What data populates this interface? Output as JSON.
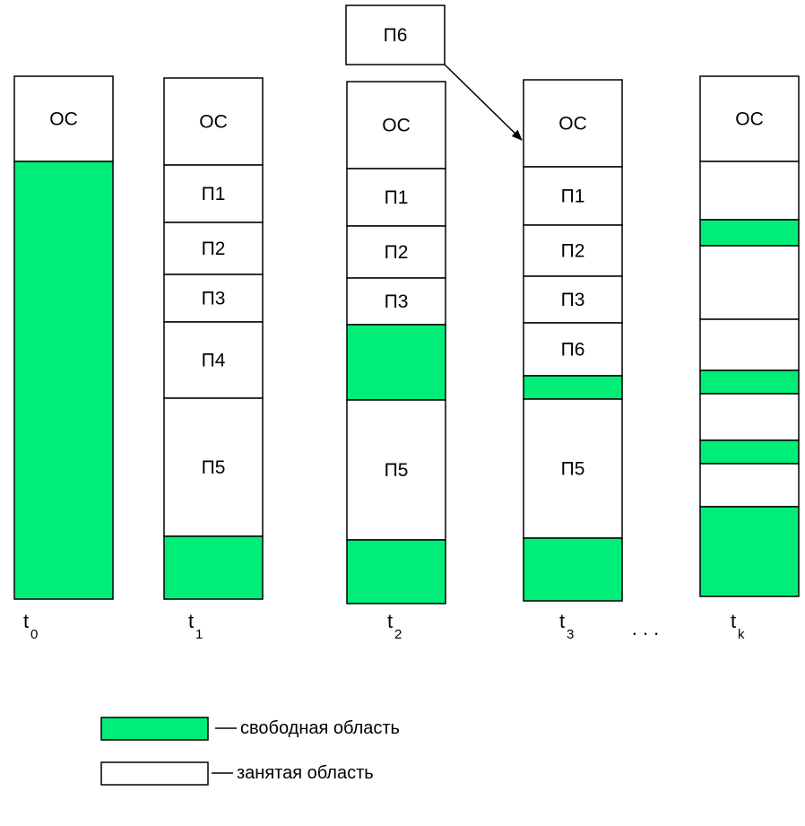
{
  "colors": {
    "free": "#00ee77",
    "occupied": "#ffffff",
    "stroke": "#000000"
  },
  "incoming_block": {
    "label": "П6"
  },
  "columns": [
    {
      "time": "t",
      "time_sub": "0",
      "segments": [
        {
          "label": "ОС",
          "free": false
        },
        {
          "label": "",
          "free": true
        }
      ]
    },
    {
      "time": "t",
      "time_sub": "1",
      "segments": [
        {
          "label": "ОС",
          "free": false
        },
        {
          "label": "П1",
          "free": false
        },
        {
          "label": "П2",
          "free": false
        },
        {
          "label": "П3",
          "free": false
        },
        {
          "label": "П4",
          "free": false
        },
        {
          "label": "П5",
          "free": false
        },
        {
          "label": "",
          "free": true
        }
      ]
    },
    {
      "time": "t",
      "time_sub": "2",
      "segments": [
        {
          "label": "ОС",
          "free": false
        },
        {
          "label": "П1",
          "free": false
        },
        {
          "label": "П2",
          "free": false
        },
        {
          "label": "П3",
          "free": false
        },
        {
          "label": "",
          "free": true
        },
        {
          "label": "П5",
          "free": false
        },
        {
          "label": "",
          "free": true
        }
      ]
    },
    {
      "time": "t",
      "time_sub": "3",
      "segments": [
        {
          "label": "ОС",
          "free": false
        },
        {
          "label": "П1",
          "free": false
        },
        {
          "label": "П2",
          "free": false
        },
        {
          "label": "П3",
          "free": false
        },
        {
          "label": "П6",
          "free": false
        },
        {
          "label": "",
          "free": true
        },
        {
          "label": "П5",
          "free": false
        },
        {
          "label": "",
          "free": true
        }
      ]
    },
    {
      "time": "t",
      "time_sub": "k",
      "segments": [
        {
          "label": "ОС",
          "free": false
        },
        {
          "label": "",
          "free": false
        },
        {
          "label": "",
          "free": true
        },
        {
          "label": "",
          "free": false
        },
        {
          "label": "",
          "free": false
        },
        {
          "label": "",
          "free": true
        },
        {
          "label": "",
          "free": false
        },
        {
          "label": "",
          "free": true
        },
        {
          "label": "",
          "free": false
        },
        {
          "label": "",
          "free": true
        }
      ]
    }
  ],
  "ellipsis": ". . .",
  "legend": [
    {
      "type": "free",
      "text": "свободная область"
    },
    {
      "type": "occupied",
      "text": "занятая область"
    }
  ]
}
